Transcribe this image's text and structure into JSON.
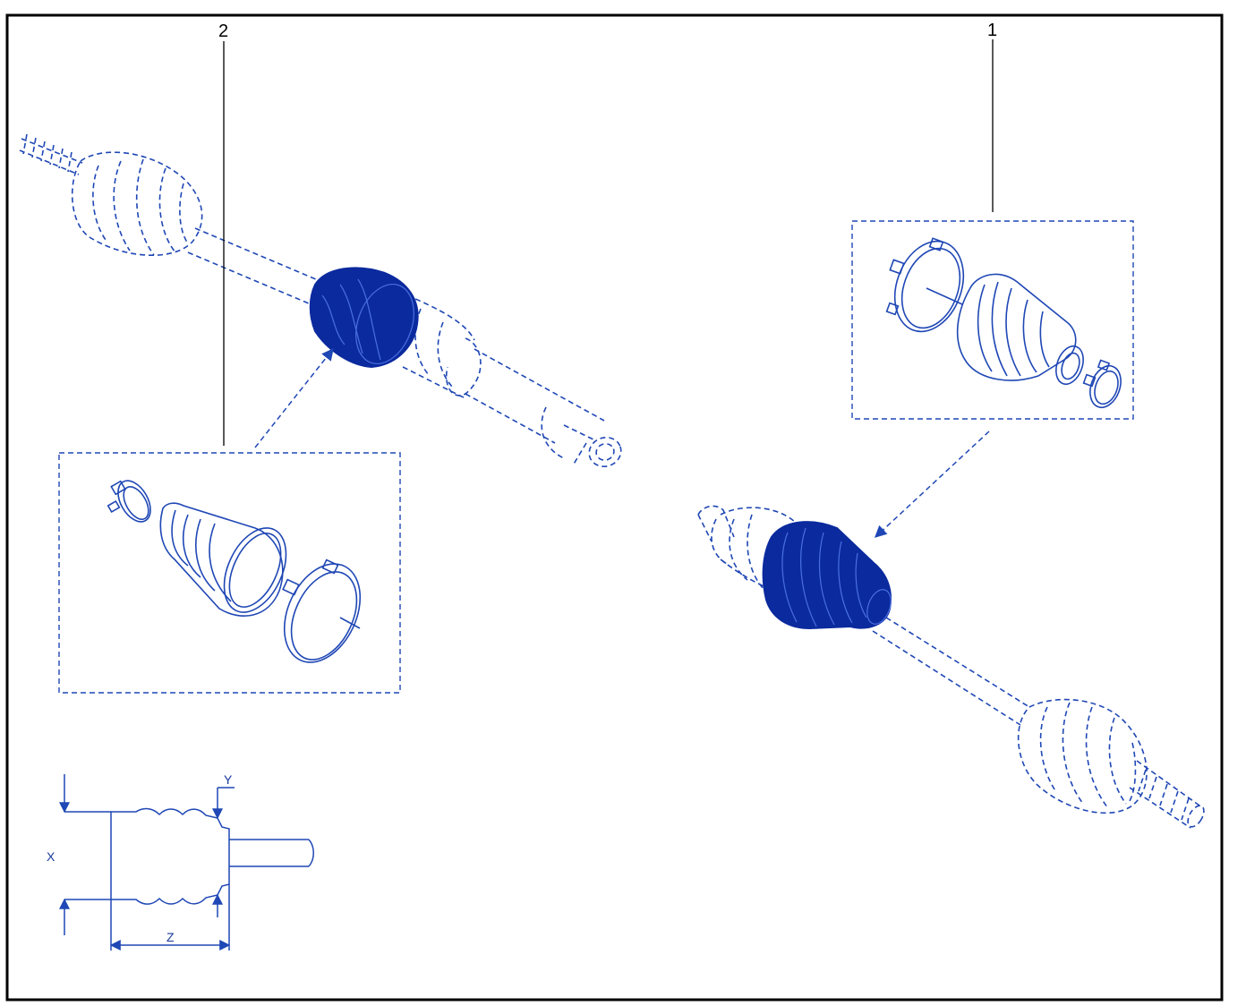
{
  "callouts": {
    "left": "2",
    "right": "1"
  },
  "dimensions": {
    "x": "X",
    "y": "Y",
    "z": "Z"
  },
  "colors": {
    "line": "#1f47b5",
    "fill": "#0b2a9e",
    "frame": "#000000",
    "background": "#ffffff"
  },
  "parts": {
    "inner_joint_boot": "inner-cv-boot-kit",
    "outer_joint_boot": "outer-cv-boot-kit"
  }
}
